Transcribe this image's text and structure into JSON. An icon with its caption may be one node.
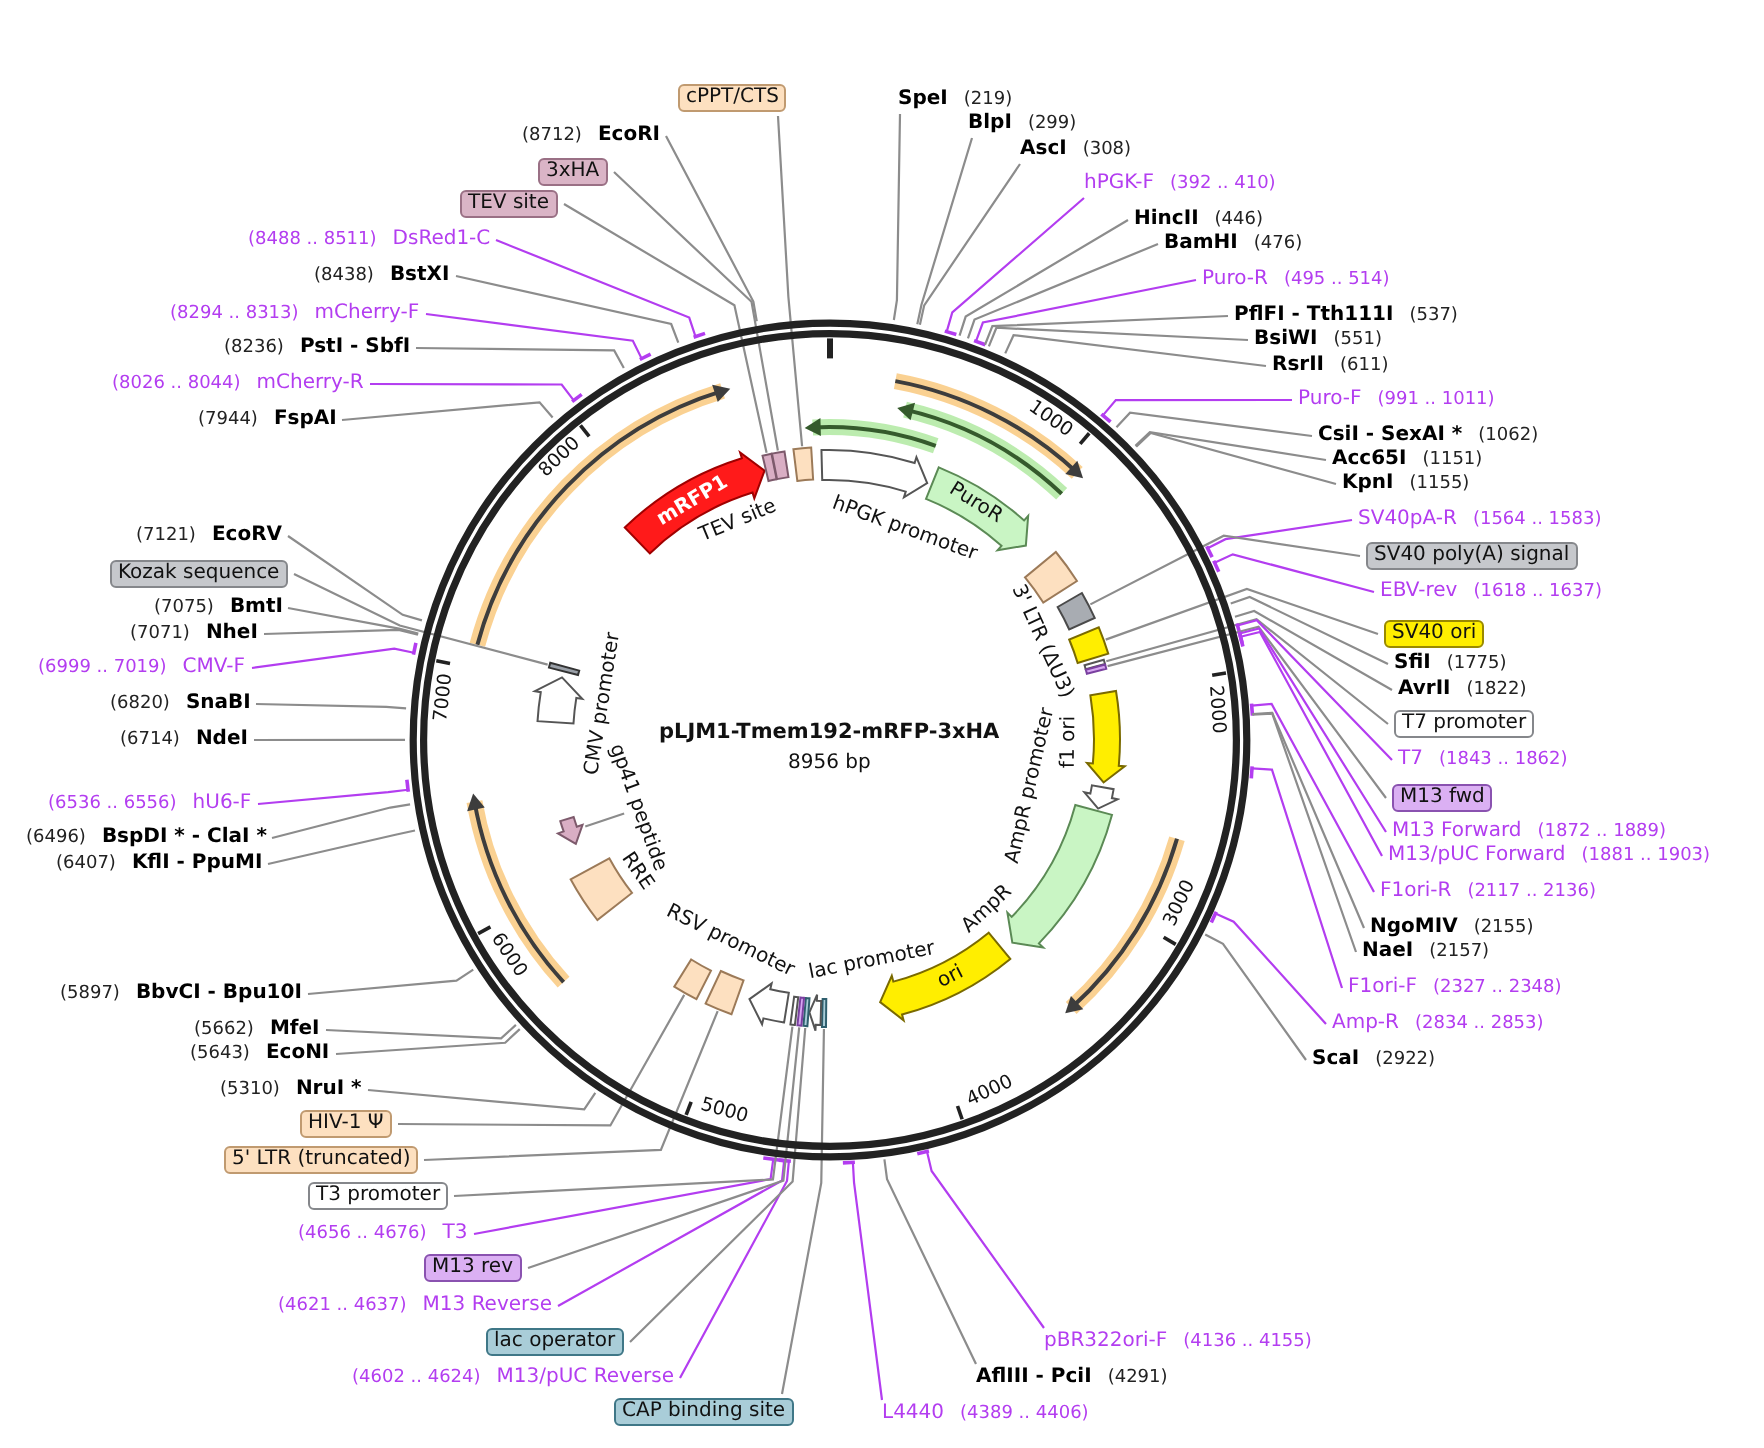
{
  "diagram": {
    "title": "pLJM1-Tmem192-mRFP-3xHA",
    "nodes": [
      {
        "text": [
          "SpeI",
          "(219)"
        ]
      },
      {
        "text": [
          "BlpI",
          "(299)"
        ]
      },
      {
        "text": [
          "AscI",
          "(308)"
        ]
      },
      {
        "text": [
          "hPGK-F",
          "(392 .. 410)"
        ]
      },
      {
        "text": [
          "HincII",
          "(446)"
        ]
      },
      {
        "text": [
          "BamHI",
          "(476)"
        ]
      },
      {
        "text": [
          "Puro-R",
          "(495 .. 514)"
        ]
      },
      {
        "text": [
          "PflFI - Tth111I",
          "(537)"
        ]
      },
      {
        "text": [
          "BsiWI",
          "(551)"
        ]
      },
      {
        "text": [
          "RsrII",
          "(611)"
        ]
      },
      {
        "text": [
          "Puro-F",
          "(991 .. 1011)"
        ]
      },
      {
        "text": [
          "CsiI - SexAI *",
          "(1062)"
        ]
      },
      {
        "text": [
          "Acc65I",
          "(1151)"
        ]
      },
      {
        "text": [
          "KpnI",
          "(1155)"
        ]
      },
      {
        "text": [
          "SV40pA-R",
          "(1564 .. 1583)"
        ]
      },
      {
        "text": [
          "SV40 poly(A) signal"
        ]
      },
      {
        "text": [
          "EBV-rev",
          "(1618 .. 1637)"
        ]
      },
      {
        "text": [
          "SV40 ori"
        ]
      },
      {
        "text": [
          "SfiI",
          "(1775)"
        ]
      },
      {
        "text": [
          "AvrII",
          "(1822)"
        ]
      },
      {
        "text": [
          "T7 promoter"
        ]
      },
      {
        "text": [
          "T7",
          "(1843 .. 1862)"
        ]
      },
      {
        "text": [
          "M13 fwd"
        ]
      },
      {
        "text": [
          "M13 Forward",
          "(1872 .. 1889)"
        ]
      },
      {
        "text": [
          "M13/pUC Forward",
          "(1881 .. 1903)"
        ]
      },
      {
        "text": [
          "F1ori-R",
          "(2117 .. 2136)"
        ]
      },
      {
        "text": [
          "NgoMIV",
          "(2155)"
        ]
      },
      {
        "text": [
          "NaeI",
          "(2157)"
        ]
      },
      {
        "text": [
          "F1ori-F",
          "(2327 .. 2348)"
        ]
      },
      {
        "text": [
          "Amp-R",
          "(2834 .. 2853)"
        ]
      },
      {
        "text": [
          "ScaI",
          "(2922)"
        ]
      },
      {
        "text": [
          "pBR322ori-F",
          "(4136 .. 4155)"
        ]
      },
      {
        "text": [
          "AflIII - PciI",
          "(4291)"
        ]
      },
      {
        "text": [
          "L4440",
          "(4389 .. 4406)"
        ]
      },
      {
        "text": [
          "CAP binding site"
        ]
      },
      {
        "text": [
          "(4602 .. 4624)",
          "M13/pUC Reverse"
        ]
      },
      {
        "text": [
          "lac operator"
        ]
      },
      {
        "text": [
          "(4621 .. 4637)",
          "M13 Reverse"
        ]
      },
      {
        "text": [
          "M13 rev"
        ]
      },
      {
        "text": [
          "(4656 .. 4676)",
          "T3"
        ]
      },
      {
        "text": [
          "T3 promoter"
        ]
      },
      {
        "text": [
          "5' LTR (truncated)"
        ]
      },
      {
        "text": [
          "HIV-1 Ψ"
        ]
      },
      {
        "text": [
          "(5310)",
          "NruI *"
        ]
      },
      {
        "text": [
          "(5643)",
          "EcoNI"
        ]
      },
      {
        "text": [
          "(5662)",
          "MfeI"
        ]
      },
      {
        "text": [
          "(5897)",
          "BbvCI - Bpu10I"
        ]
      },
      {
        "text": [
          "(6407)",
          "KflI - PpuMI"
        ]
      },
      {
        "text": [
          "(6496)",
          "BspDI * - ClaI *"
        ]
      },
      {
        "text": [
          "(6536 .. 6556)",
          "hU6-F"
        ]
      },
      {
        "text": [
          "(6714)",
          "NdeI"
        ]
      },
      {
        "text": [
          "(6820)",
          "SnaBI"
        ]
      },
      {
        "text": [
          "(6999 .. 7019)",
          "CMV-F"
        ]
      },
      {
        "text": [
          "(7071)",
          "NheI"
        ]
      },
      {
        "text": [
          "(7075)",
          "BmtI"
        ]
      },
      {
        "text": [
          "Kozak sequence"
        ]
      },
      {
        "text": [
          "(7121)",
          "EcoRV"
        ]
      },
      {
        "text": [
          "(7944)",
          "FspAI"
        ]
      },
      {
        "text": [
          "(8026 .. 8044)",
          "mCherry-R"
        ]
      },
      {
        "text": [
          "(8236)",
          "PstI - SbfI"
        ]
      },
      {
        "text": [
          "(8294 .. 8313)",
          "mCherry-F"
        ]
      },
      {
        "text": [
          "(8438)",
          "BstXI"
        ]
      },
      {
        "text": [
          "(8488 .. 8511)",
          "DsRed1-C"
        ]
      },
      {
        "text": [
          "TEV site"
        ]
      },
      {
        "text": [
          "3xHA"
        ]
      },
      {
        "text": [
          "(8712)",
          "EcoRI"
        ]
      },
      {
        "text": [
          "cPPT/CTS"
        ]
      },
      {
        "text": [],
        "shape": "circle"
      },
      {
        "text": [],
        "shape": "arrow",
        "in": 67,
        "beside": [
          "hPGK promoter"
        ]
      },
      {
        "text": [
          "PuroR"
        ],
        "in": 67
      },
      {
        "text": [],
        "shape": "box",
        "in": 67,
        "beside": [
          "3' LTR (ΔU3)"
        ]
      },
      {
        "text": [],
        "shape": "box",
        "in": 67
      },
      {
        "text": [],
        "shape": "box",
        "in": 67
      },
      {
        "text": [],
        "shape": "bar",
        "in": 67
      },
      {
        "text": [],
        "shape": "bar",
        "in": 67
      },
      {
        "text": [],
        "shape": "arrow",
        "in": 67,
        "beside": [
          "f1 ori"
        ]
      },
      {
        "text": [],
        "shape": "arrow",
        "in": 67
      },
      {
        "text": [],
        "shape": "arrow",
        "in": 67,
        "beside": [
          "AmpR"
        ]
      },
      {
        "text": [
          "ori"
        ],
        "in": 67
      },
      {
        "text": [],
        "shape": "bar",
        "in": 67
      },
      {
        "text": [],
        "shape": "arrow",
        "in": 67
      },
      {
        "text": [],
        "shape": "bar",
        "in": 67
      },
      {
        "text": [],
        "shape": "bar",
        "in": 67
      },
      {
        "text": [],
        "shape": "bar",
        "in": 67
      },
      {
        "text": [],
        "shape": "arrow",
        "in": 67,
        "beside": [
          "RSV promoter"
        ]
      },
      {
        "text": [],
        "shape": "box",
        "in": 67
      },
      {
        "text": [],
        "shape": "box",
        "in": 67
      },
      {
        "text": [],
        "shape": "box",
        "in": 67,
        "beside": [
          "RRE"
        ]
      },
      {
        "text": [],
        "shape": "arrow",
        "in": 67
      },
      {
        "text": [
          "gp41 peptide"
        ],
        "in": 67
      },
      {
        "text": [],
        "shape": "arrow",
        "in": 67,
        "beside": [
          "CMV promoter"
        ]
      },
      {
        "text": [],
        "shape": "bar",
        "in": 67
      },
      {
        "text": [
          "mRFP1"
        ],
        "in": 67
      },
      {
        "text": [],
        "shape": "box",
        "in": 67
      },
      {
        "text": [],
        "shape": "box",
        "in": 67
      },
      {
        "text": [],
        "shape": "box",
        "in": 67
      }
    ],
    "edges": [
      {
        "from": 0,
        "to": 67,
        "arrow": "none"
      },
      {
        "from": 1,
        "to": 67,
        "arrow": "none"
      },
      {
        "from": 2,
        "to": 67,
        "arrow": "none"
      },
      {
        "from": 3,
        "to": 67,
        "arrow": "other",
        "color": "#b33df0"
      },
      {
        "from": 4,
        "to": 67,
        "arrow": "none"
      },
      {
        "from": 5,
        "to": 67,
        "arrow": "none"
      },
      {
        "from": 6,
        "to": 67,
        "arrow": "other",
        "color": "#b33df0"
      },
      {
        "from": 7,
        "to": 67,
        "arrow": "none"
      },
      {
        "from": 8,
        "to": 67,
        "arrow": "none"
      },
      {
        "from": 9,
        "to": 67,
        "arrow": "none"
      },
      {
        "from": 10,
        "to": 67,
        "arrow": "other",
        "color": "#b33df0"
      },
      {
        "from": 11,
        "to": 67,
        "arrow": "none"
      },
      {
        "from": 12,
        "to": 67,
        "arrow": "none"
      },
      {
        "from": 13,
        "to": 67,
        "arrow": "none"
      },
      {
        "from": 14,
        "to": 67,
        "arrow": "other",
        "color": "#b33df0"
      },
      {
        "from": 15,
        "to": 71,
        "arrow": "none"
      },
      {
        "from": 16,
        "to": 67,
        "arrow": "other",
        "color": "#b33df0"
      },
      {
        "from": 17,
        "to": 72,
        "arrow": "none"
      },
      {
        "from": 18,
        "to": 67,
        "arrow": "none"
      },
      {
        "from": 19,
        "to": 67,
        "arrow": "none"
      },
      {
        "from": 20,
        "to": 73,
        "arrow": "none"
      },
      {
        "from": 21,
        "to": 67,
        "arrow": "other",
        "color": "#b33df0"
      },
      {
        "from": 22,
        "to": 74,
        "arrow": "none"
      },
      {
        "from": 23,
        "to": 67,
        "arrow": "other",
        "color": "#b33df0"
      },
      {
        "from": 24,
        "to": 67,
        "arrow": "other",
        "color": "#b33df0"
      },
      {
        "from": 25,
        "to": 67,
        "arrow": "other",
        "color": "#b33df0"
      },
      {
        "from": 26,
        "to": 67,
        "arrow": "none"
      },
      {
        "from": 27,
        "to": 67,
        "arrow": "none"
      },
      {
        "from": 28,
        "to": 67,
        "arrow": "other",
        "color": "#b33df0"
      },
      {
        "from": 29,
        "to": 67,
        "arrow": "other",
        "color": "#b33df0"
      },
      {
        "from": 30,
        "to": 67,
        "arrow": "none"
      },
      {
        "from": 31,
        "to": 67,
        "arrow": "other",
        "color": "#b33df0"
      },
      {
        "from": 32,
        "to": 67,
        "arrow": "none"
      },
      {
        "from": 33,
        "to": 67,
        "arrow": "other",
        "color": "#b33df0"
      },
      {
        "from": 34,
        "to": 79,
        "arrow": "none"
      },
      {
        "from": 35,
        "to": 67,
        "arrow": "other",
        "color": "#b33df0"
      },
      {
        "from": 36,
        "to": 81,
        "arrow": "none"
      },
      {
        "from": 37,
        "to": 67,
        "arrow": "other",
        "color": "#b33df0"
      },
      {
        "from": 38,
        "to": 82,
        "arrow": "none"
      },
      {
        "from": 39,
        "to": 67,
        "arrow": "other",
        "color": "#b33df0"
      },
      {
        "from": 40,
        "to": 83,
        "arrow": "none"
      },
      {
        "from": 41,
        "to": 85,
        "arrow": "none"
      },
      {
        "from": 42,
        "to": 86,
        "arrow": "none"
      },
      {
        "from": 43,
        "to": 67,
        "arrow": "none"
      },
      {
        "from": 44,
        "to": 67,
        "arrow": "none"
      },
      {
        "from": 45,
        "to": 67,
        "arrow": "none"
      },
      {
        "from": 46,
        "to": 67,
        "arrow": "none"
      },
      {
        "from": 47,
        "to": 67,
        "arrow": "none"
      },
      {
        "from": 48,
        "to": 67,
        "arrow": "none"
      },
      {
        "from": 49,
        "to": 67,
        "arrow": "other",
        "color": "#b33df0"
      },
      {
        "from": 50,
        "to": 67,
        "arrow": "none"
      },
      {
        "from": 51,
        "to": 67,
        "arrow": "none"
      },
      {
        "from": 52,
        "to": 67,
        "arrow": "other",
        "color": "#b33df0"
      },
      {
        "from": 53,
        "to": 67,
        "arrow": "none"
      },
      {
        "from": 54,
        "to": 67,
        "arrow": "none"
      },
      {
        "from": 55,
        "to": 91,
        "arrow": "none"
      },
      {
        "from": 56,
        "to": 67,
        "arrow": "none"
      },
      {
        "from": 57,
        "to": 67,
        "arrow": "none"
      },
      {
        "from": 58,
        "to": 67,
        "arrow": "other",
        "color": "#b33df0"
      },
      {
        "from": 59,
        "to": 67,
        "arrow": "none"
      },
      {
        "from": 60,
        "to": 67,
        "arrow": "other",
        "color": "#b33df0"
      },
      {
        "from": 61,
        "to": 67,
        "arrow": "none"
      },
      {
        "from": 62,
        "to": 67,
        "arrow": "other",
        "color": "#b33df0"
      },
      {
        "from": 63,
        "to": 93,
        "arrow": "none"
      },
      {
        "from": 64,
        "to": 94,
        "arrow": "none"
      },
      {
        "from": 65,
        "to": 67,
        "arrow": "none"
      },
      {
        "from": 66,
        "to": 95,
        "arrow": "none"
      },
      {
        "from": 89,
        "to": 88,
        "arrow": "none"
      }
    ],
    "labels": [
      "8956 bp",
      "1000",
      "2000",
      "3000",
      "4000",
      "5000",
      "6000",
      "7000",
      "8000",
      "AmpR promoter",
      "lac promoter",
      "TEV site"
    ]
  }
}
